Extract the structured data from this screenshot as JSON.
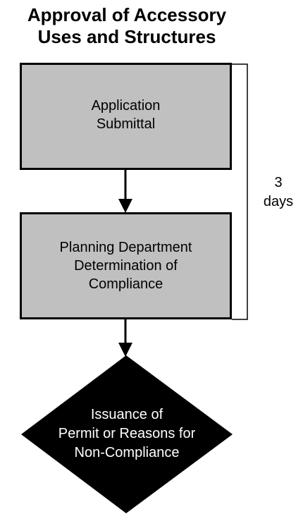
{
  "title": {
    "line1": "Approval of Accessory",
    "line2": "Uses and Structures"
  },
  "steps": [
    {
      "lines": [
        "Application",
        "Submittal"
      ]
    },
    {
      "lines": [
        "Planning Department",
        "Determination of",
        "Compliance"
      ]
    }
  ],
  "decision": {
    "lines": [
      "Issuance of",
      "Permit or Reasons for",
      "Non-Compliance"
    ]
  },
  "duration": {
    "value": "3",
    "unit": "days"
  },
  "colors": {
    "box_fill": "#c0c0c0",
    "diamond_fill": "#000000",
    "stroke": "#000000"
  }
}
